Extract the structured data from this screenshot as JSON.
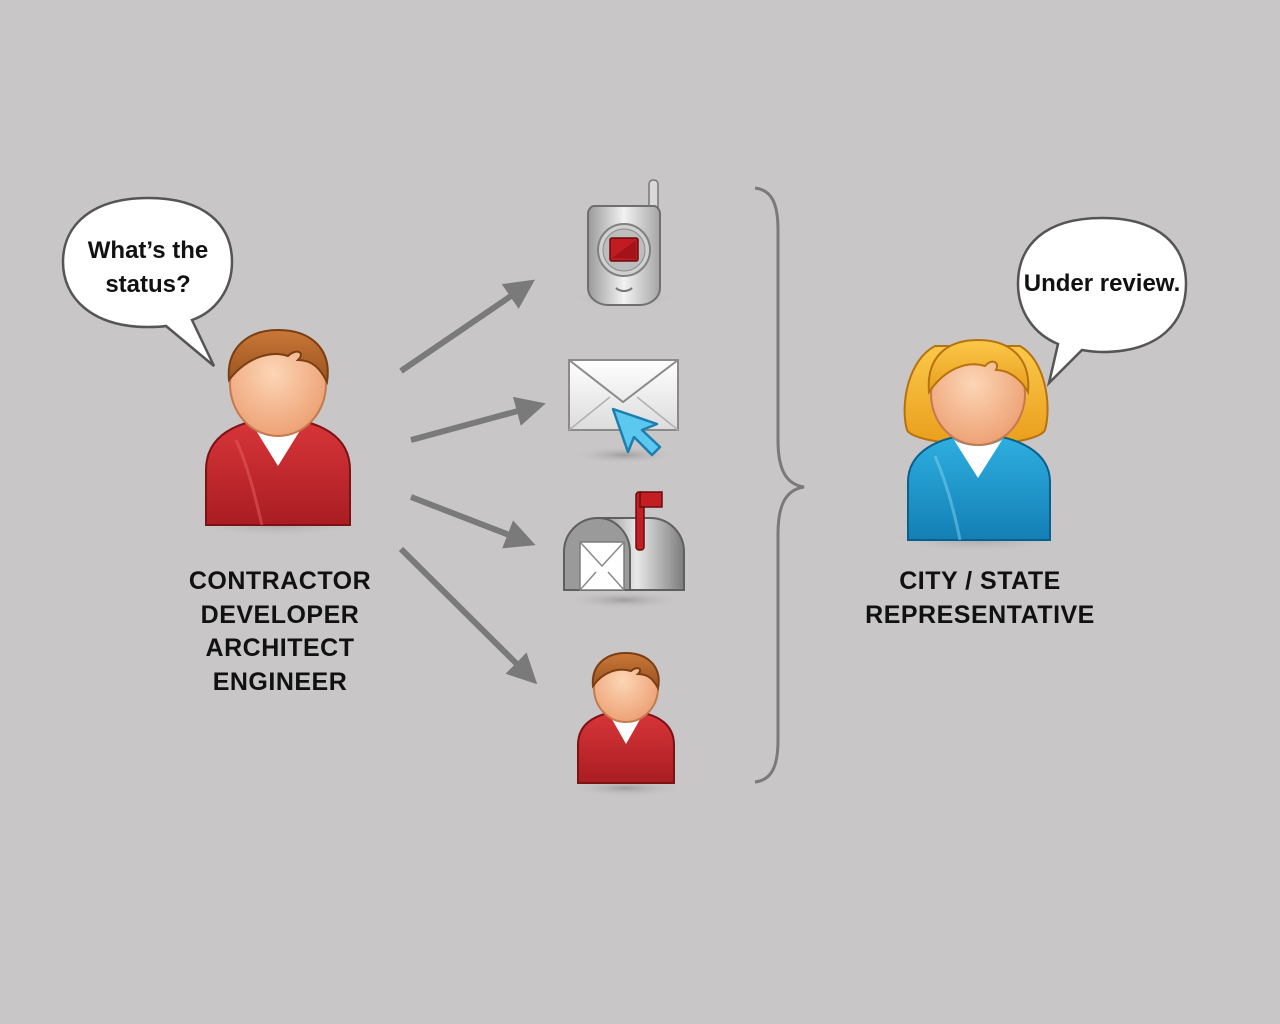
{
  "contractor": {
    "speech": [
      "What’s the",
      "status?"
    ],
    "roles": [
      "CONTRACTOR",
      "DEVELOPER",
      "ARCHITECT",
      "ENGINEER"
    ],
    "shirt_color": "#c8262a"
  },
  "representative": {
    "speech": "Under review.",
    "roles": [
      "CITY / STATE",
      "REPRESENTATIVE"
    ],
    "shirt_color": "#1e98cc",
    "hair_color": "#f5b431"
  },
  "channels": [
    {
      "name": "phone",
      "icon": "cell-phone-icon"
    },
    {
      "name": "email",
      "icon": "email-envelope-icon"
    },
    {
      "name": "mail",
      "icon": "mailbox-icon"
    },
    {
      "name": "in-person",
      "icon": "person-icon"
    }
  ],
  "colors": {
    "background": "#c8c6c7",
    "arrow": "#7a7a7a",
    "skin": "#f6b98b",
    "brown_hair": "#b5652a"
  }
}
